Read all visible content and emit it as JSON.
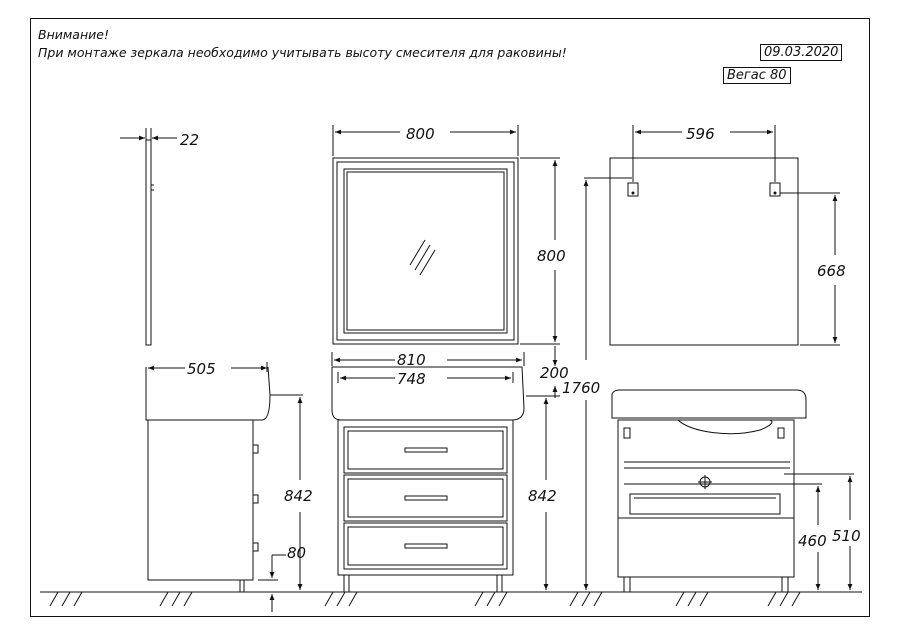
{
  "notice": {
    "title": "Внимание!",
    "text": "При монтаже зеркала необходимо учитывать высоту смесителя для раковины!"
  },
  "stamp": {
    "date": "09.03.2020",
    "model": "Вегас 80"
  },
  "dimensions": {
    "mirror_depth": "22",
    "mirror_width": "800",
    "mirror_height": "800",
    "mount_spacing": "596",
    "mount_height": "668",
    "sink_depth": "505",
    "sink_width": "810",
    "cabinet_width": "748",
    "gap_mirror_sink": "200",
    "total_height": "1760",
    "side_height": "842",
    "front_height": "842",
    "leg_height": "80",
    "drain_height": "460",
    "water_height": "510"
  },
  "colors": {
    "line": "#111111",
    "paper": "#ffffff"
  }
}
